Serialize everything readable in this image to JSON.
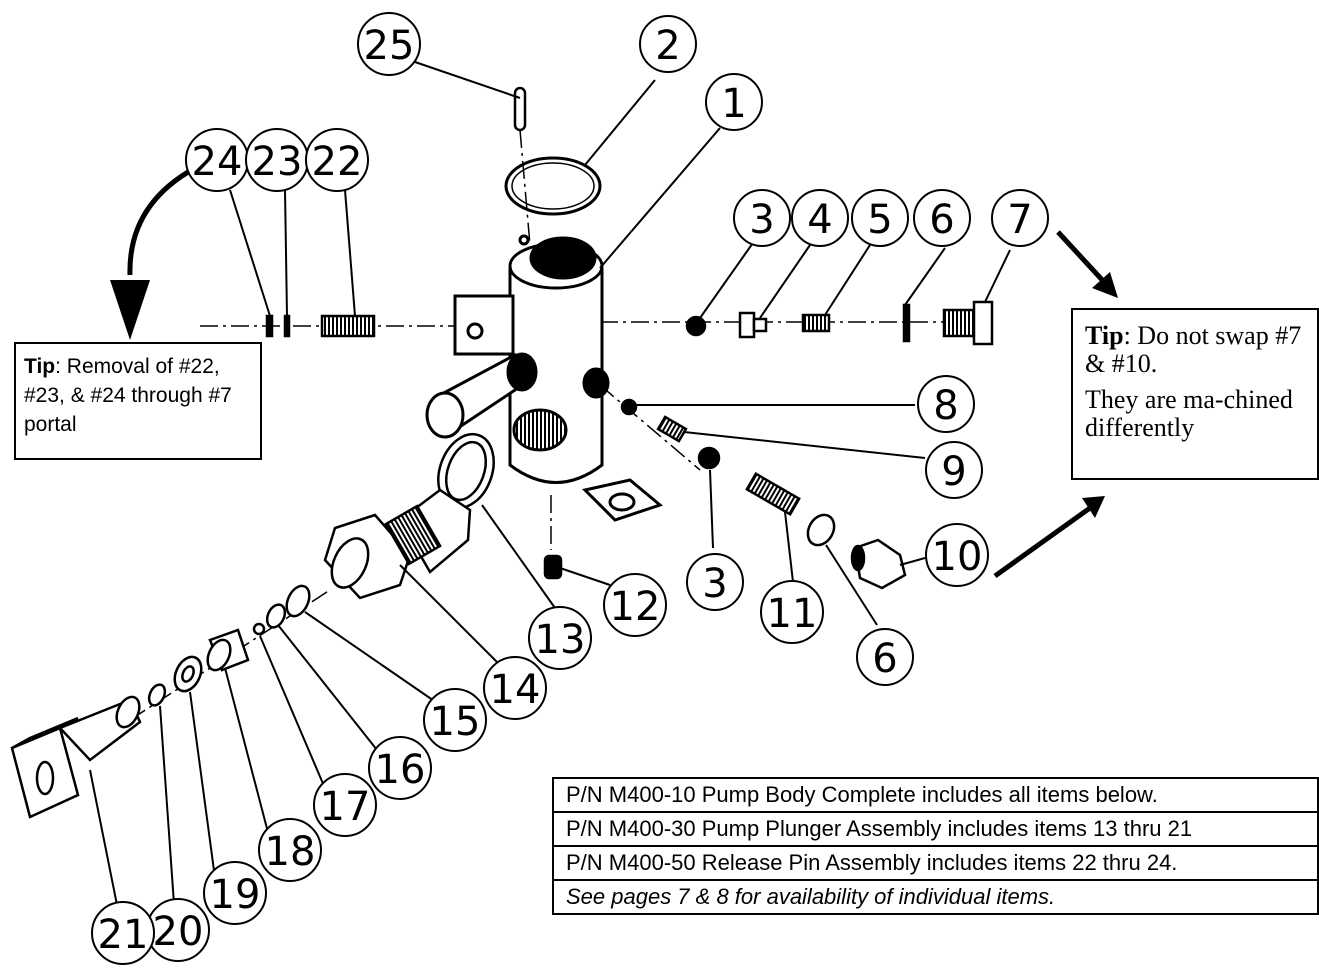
{
  "callouts": [
    "25",
    "2",
    "1",
    "24",
    "23",
    "22",
    "3",
    "4",
    "5",
    "6",
    "7",
    "8",
    "9",
    "3",
    "10",
    "11",
    "6",
    "12",
    "13",
    "14",
    "15",
    "16",
    "17",
    "18",
    "19",
    "20",
    "21"
  ],
  "tip_left": {
    "head": "Tip",
    "text": ": Removal of #22, #23, & #24 through #7 portal"
  },
  "tip_right": {
    "head": "Tip",
    "line1": ":  Do not swap #7 & #10.",
    "line2": "They are ma-chined differently"
  },
  "assembly_notes": [
    "P/N M400-10 Pump Body Complete includes all items below.",
    "P/N M400-30 Pump Plunger Assembly includes items 13 thru 21",
    "P/N M400-50 Release Pin Assembly includes items 22 thru 24.",
    "See pages 7 & 8 for availability of individual items."
  ]
}
